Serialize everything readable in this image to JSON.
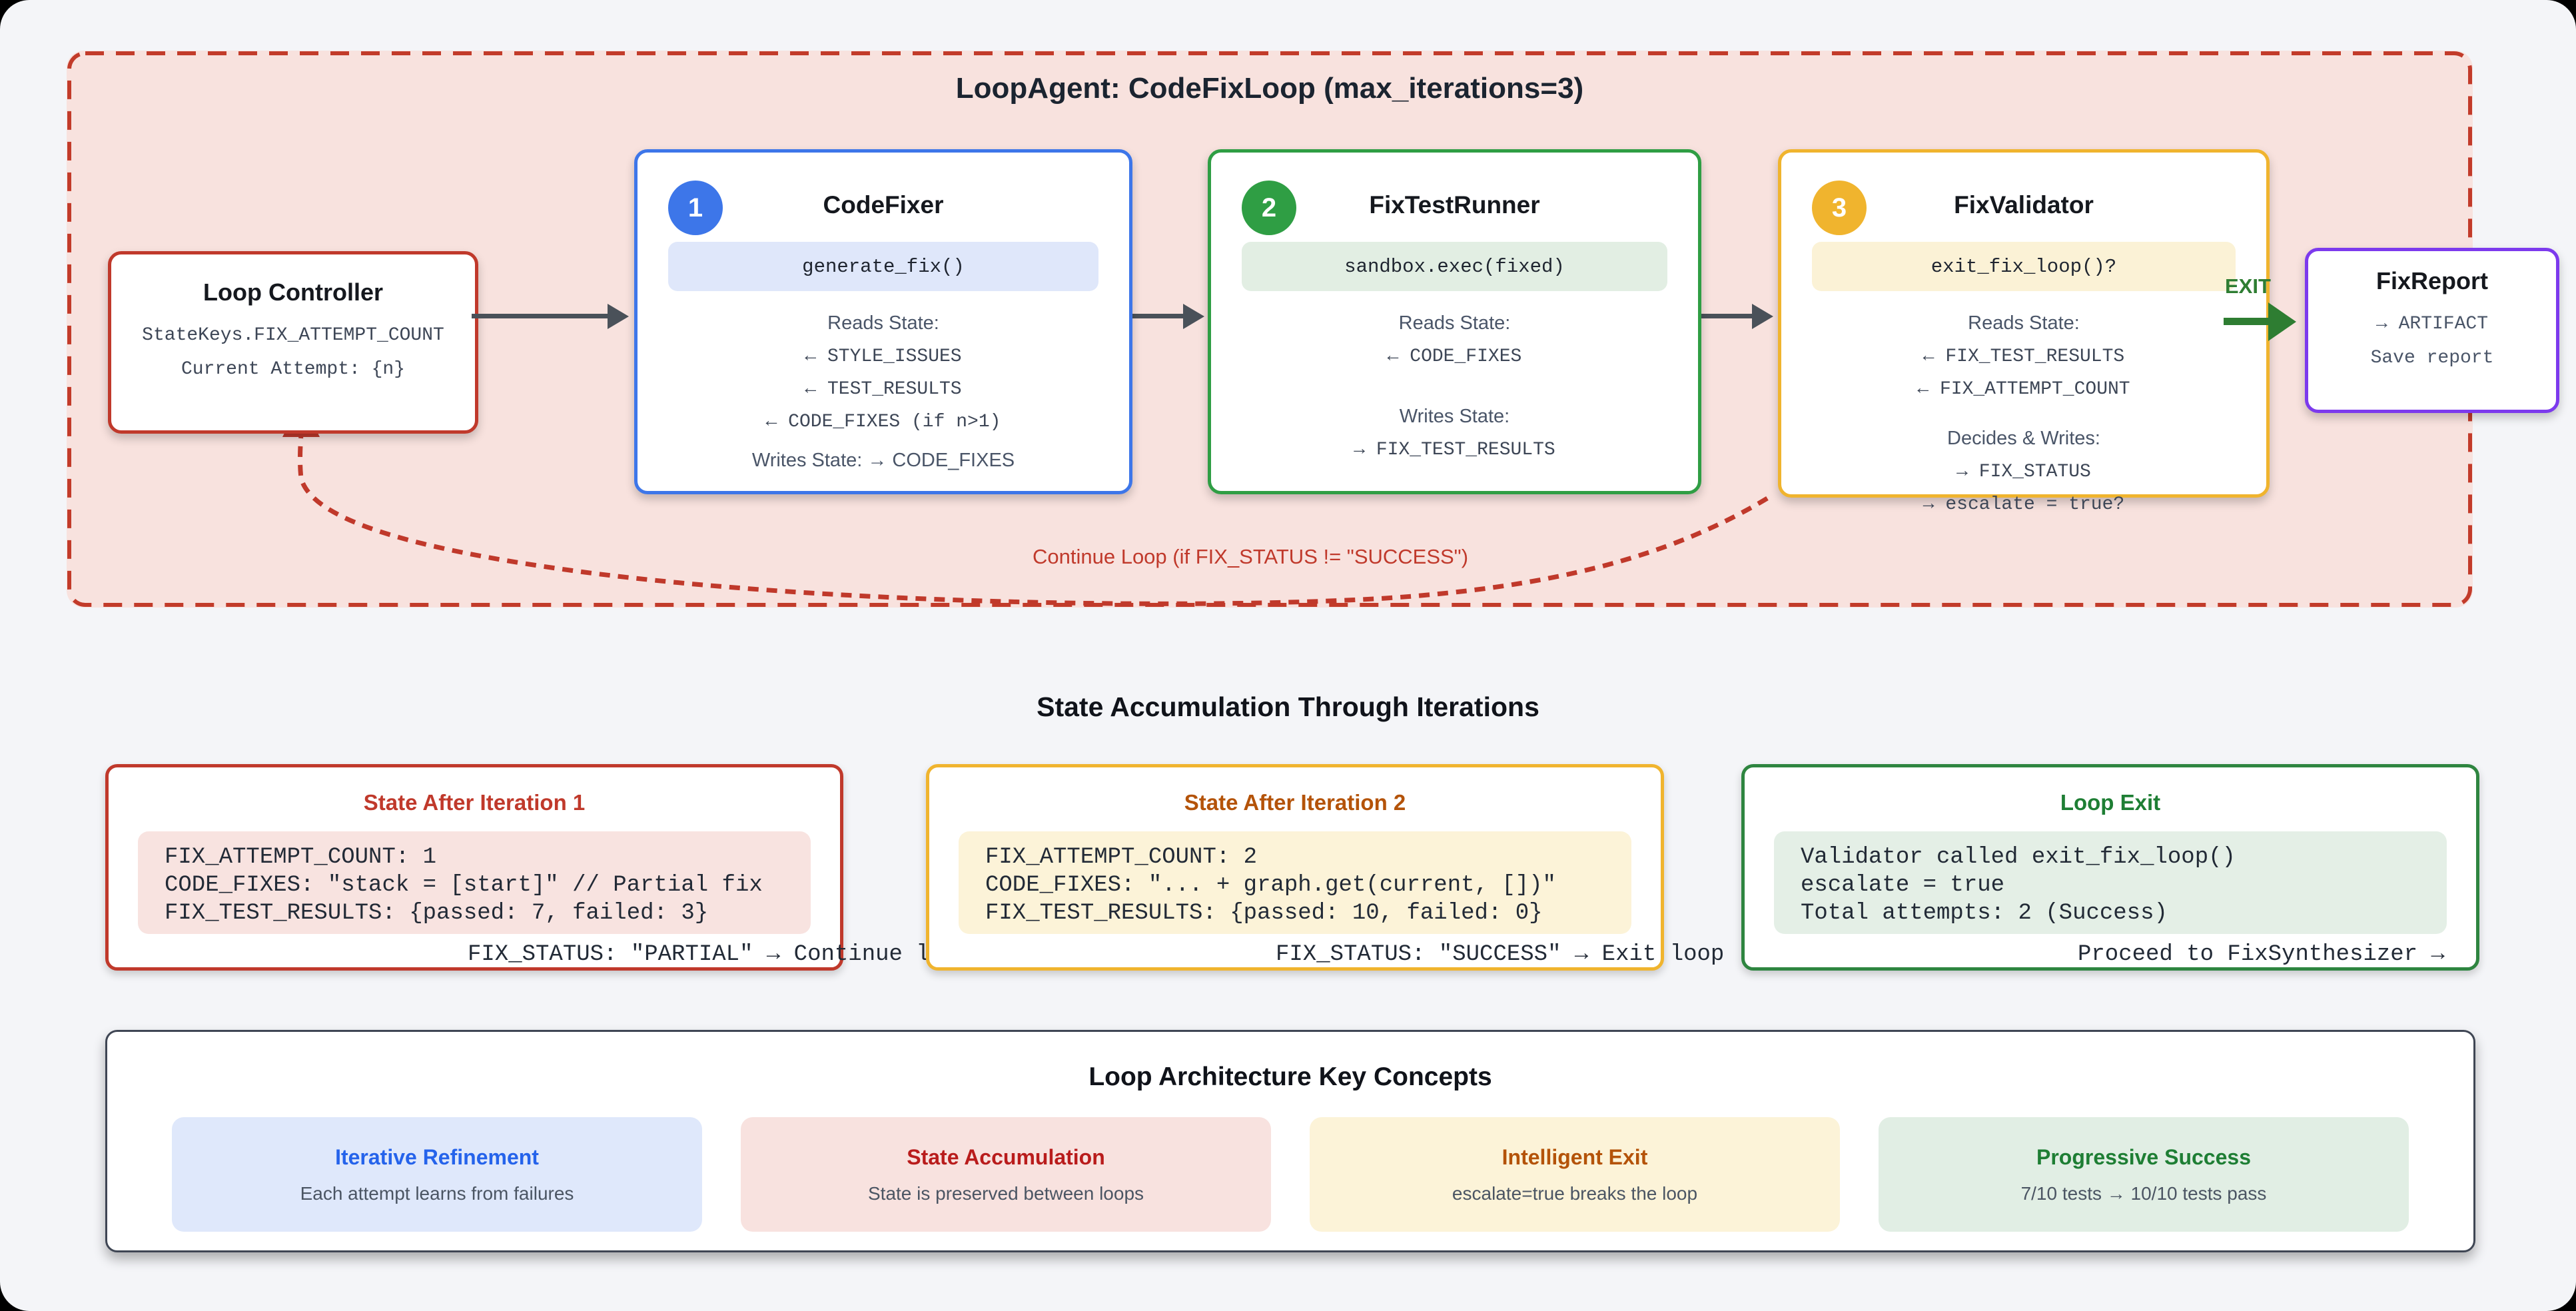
{
  "colors": {
    "loop_border": "#c0392b",
    "loop_bg": "#f8e2de",
    "canvas_bg": "#f4f5f8",
    "blue_accent": "#3d76e9",
    "green_accent": "#2f9e44",
    "amber_accent": "#f0b42e",
    "purple_accent": "#7c3aed",
    "exit_green": "#2e7d32",
    "arrow_gray": "#4a5159"
  },
  "loop": {
    "title": "LoopAgent: CodeFixLoop (max_iterations=3)",
    "continue_label": "Continue Loop (if FIX_STATUS != \"SUCCESS\")",
    "exit_label": "EXIT"
  },
  "agents": {
    "loop_controller": {
      "title": "Loop Controller",
      "lines": [
        "StateKeys.FIX_ATTEMPT_COUNT",
        "Current Attempt: {n}"
      ]
    },
    "code_fixer": {
      "badge": "1",
      "title": "CodeFixer",
      "pill": "generate_fix()",
      "reads_label": "Reads State:",
      "reads": [
        "← STYLE_ISSUES",
        "← TEST_RESULTS",
        "← CODE_FIXES (if n>1)"
      ],
      "writes_line": "Writes State: → CODE_FIXES"
    },
    "fix_test_runner": {
      "badge": "2",
      "title": "FixTestRunner",
      "pill": "sandbox.exec(fixed)",
      "reads_label": "Reads State:",
      "reads": [
        "← CODE_FIXES"
      ],
      "writes_label": "Writes State:",
      "writes": [
        "→ FIX_TEST_RESULTS"
      ]
    },
    "fix_validator": {
      "badge": "3",
      "title": "FixValidator",
      "pill": "exit_fix_loop()?",
      "reads_label": "Reads State:",
      "reads": [
        "← FIX_TEST_RESULTS",
        "← FIX_ATTEMPT_COUNT"
      ],
      "writes_label": "Decides & Writes:",
      "writes": [
        "→ FIX_STATUS",
        "→ escalate = true?"
      ]
    },
    "fix_report": {
      "title": "FixReport",
      "lines": [
        "→ ARTIFACT",
        "Save report"
      ]
    }
  },
  "state_section": {
    "title": "State Accumulation Through Iterations",
    "cards": [
      {
        "title": "State After Iteration 1",
        "code": "FIX_ATTEMPT_COUNT: 1\nCODE_FIXES: \"stack = [start]\" // Partial fix\nFIX_TEST_RESULTS: {passed: 7, failed: 3}",
        "overflow": "FIX_STATUS: \"PARTIAL\" → Continue loop"
      },
      {
        "title": "State After Iteration 2",
        "code": "FIX_ATTEMPT_COUNT: 2\nCODE_FIXES: \"... + graph.get(current, [])\"\nFIX_TEST_RESULTS: {passed: 10, failed: 0}",
        "overflow": "FIX_STATUS: \"SUCCESS\" → Exit loop"
      },
      {
        "title": "Loop Exit",
        "code": "Validator called exit_fix_loop()\nescalate = true\nTotal attempts: 2 (Success)",
        "overflow": "Proceed to FixSynthesizer →"
      }
    ]
  },
  "concepts": {
    "title": "Loop Architecture Key Concepts",
    "cards": [
      {
        "title": "Iterative Refinement",
        "subtitle": "Each attempt learns from failures"
      },
      {
        "title": "State Accumulation",
        "subtitle": "State is preserved between loops"
      },
      {
        "title": "Intelligent Exit",
        "subtitle": "escalate=true breaks the loop"
      },
      {
        "title": "Progressive Success",
        "subtitle": "7/10 tests → 10/10 tests pass"
      }
    ]
  }
}
